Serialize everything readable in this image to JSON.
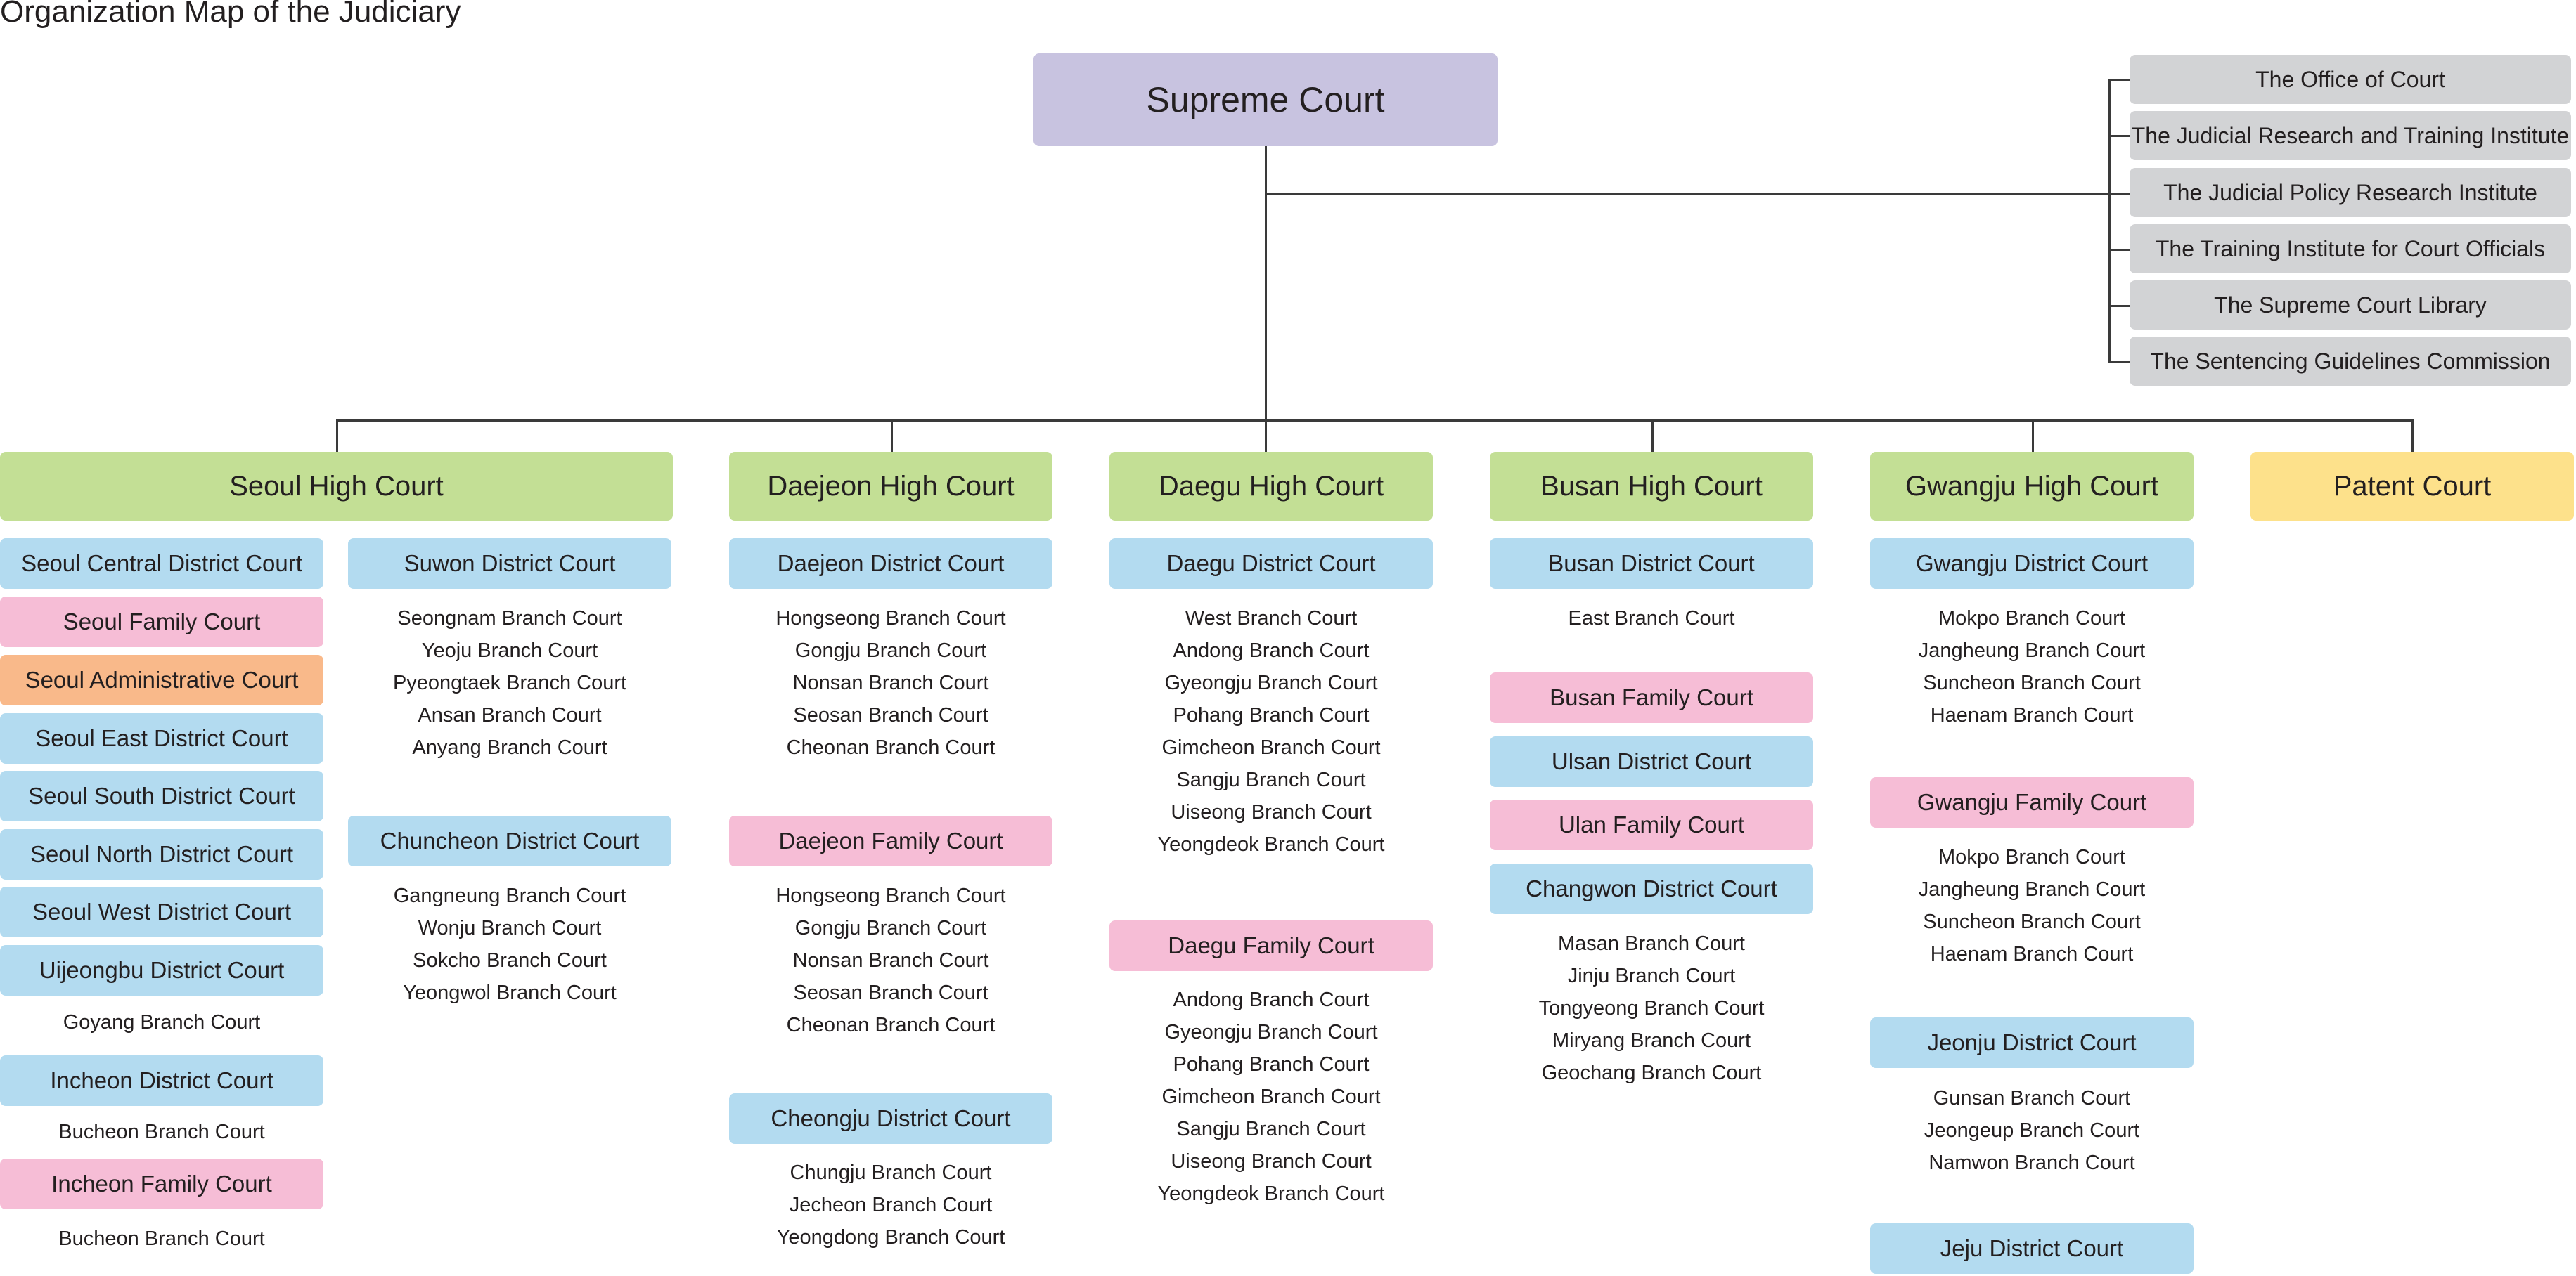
{
  "title": "Organization Map of the Judiciary",
  "colors": {
    "supreme": "#c8c3e0",
    "institute": "#d2d3d5",
    "high_court": "#c3df95",
    "patent_court": "#fde18b",
    "district_court": "#b3dbf0",
    "family_court": "#f6bdd6",
    "administrative_court": "#f9b98a",
    "connector": "#3a3a3a"
  },
  "supreme_court": "Supreme Court",
  "institutes": [
    "The Office of Court",
    "The Judicial Research and Training Institute",
    "The Judicial Policy Research Institute",
    "The Training Institute for Court Officials",
    "The Supreme Court Library",
    "The Sentencing Guidelines Commission"
  ],
  "seoul": {
    "high": "Seoul High Court",
    "seoul_central": "Seoul Central District Court",
    "seoul_family": "Seoul Family Court",
    "seoul_admin": "Seoul Administrative Court",
    "seoul_east": "Seoul East District Court",
    "seoul_south": "Seoul South District Court",
    "seoul_north": "Seoul North District Court",
    "seoul_west": "Seoul West District Court",
    "uijeongbu": "Uijeongbu District Court",
    "uijeongbu_branches": [
      "Goyang Branch Court"
    ],
    "incheon": "Incheon District Court",
    "incheon_branches": [
      "Bucheon Branch Court"
    ],
    "incheon_family": "Incheon Family Court",
    "incheon_family_branches": [
      "Bucheon Branch Court"
    ],
    "suwon": "Suwon District Court",
    "suwon_branches": [
      "Seongnam Branch Court",
      "Yeoju Branch Court",
      "Pyeongtaek Branch Court",
      "Ansan Branch Court",
      "Anyang Branch Court"
    ],
    "chuncheon": "Chuncheon District Court",
    "chuncheon_branches": [
      "Gangneung Branch Court",
      "Wonju Branch Court",
      "Sokcho Branch Court",
      "Yeongwol Branch Court"
    ]
  },
  "daejeon": {
    "high": "Daejeon High Court",
    "district": "Daejeon District Court",
    "district_branches": [
      "Hongseong Branch Court",
      "Gongju Branch Court",
      "Nonsan Branch Court",
      "Seosan Branch Court",
      "Cheonan Branch Court"
    ],
    "family": "Daejeon Family Court",
    "family_branches": [
      "Hongseong Branch Court",
      "Gongju Branch Court",
      "Nonsan Branch Court",
      "Seosan Branch Court",
      "Cheonan Branch Court"
    ],
    "cheongju": "Cheongju District Court",
    "cheongju_branches": [
      "Chungju Branch Court",
      "Jecheon Branch Court",
      "Yeongdong Branch Court"
    ]
  },
  "daegu": {
    "high": "Daegu High Court",
    "district": "Daegu District Court",
    "district_branches": [
      "West Branch Court",
      "Andong Branch Court",
      "Gyeongju Branch Court",
      "Pohang Branch Court",
      "Gimcheon Branch Court",
      "Sangju Branch Court",
      "Uiseong Branch Court",
      "Yeongdeok Branch Court"
    ],
    "family": "Daegu Family Court",
    "family_branches": [
      "Andong Branch Court",
      "Gyeongju Branch Court",
      "Pohang Branch Court",
      "Gimcheon Branch Court",
      "Sangju Branch Court",
      "Uiseong Branch Court",
      "Yeongdeok Branch Court"
    ]
  },
  "busan": {
    "high": "Busan High Court",
    "district": "Busan District Court",
    "district_branches": [
      "East Branch Court"
    ],
    "family": "Busan Family Court",
    "ulsan": "Ulsan District Court",
    "ulan_family": "Ulan Family Court",
    "changwon": "Changwon District Court",
    "changwon_branches": [
      "Masan Branch Court",
      "Jinju Branch Court",
      "Tongyeong Branch Court",
      "Miryang Branch Court",
      "Geochang Branch Court"
    ]
  },
  "gwangju": {
    "high": "Gwangju High Court",
    "district": "Gwangju District Court",
    "district_branches": [
      "Mokpo Branch Court",
      "Jangheung Branch Court",
      "Suncheon Branch Court",
      "Haenam Branch Court"
    ],
    "family": "Gwangju Family Court",
    "family_branches": [
      "Mokpo Branch Court",
      "Jangheung Branch Court",
      "Suncheon Branch Court",
      "Haenam Branch Court"
    ],
    "jeonju": "Jeonju District Court",
    "jeonju_branches": [
      "Gunsan Branch Court",
      "Jeongeup Branch Court",
      "Namwon Branch Court"
    ],
    "jeju": "Jeju District Court"
  },
  "patent": "Patent Court"
}
